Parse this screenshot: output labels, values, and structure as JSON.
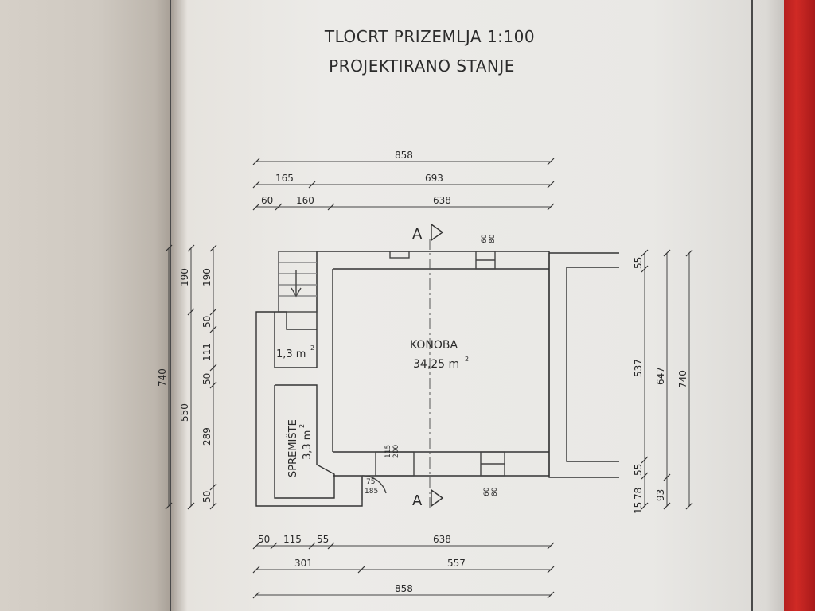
{
  "title_line1": "TLOCRT PRIZEMLJA 1:100",
  "title_line2": "PROJEKTIRANO STANJE",
  "rooms": {
    "konoba_name": "KONOBA",
    "konoba_area": "34,25 m",
    "stair_area": "1,3 m",
    "spremiste_name": "SPREMIŠTE",
    "spremiste_area": "3,3 m",
    "sup": "2"
  },
  "section_label": "A",
  "dims_top": {
    "row1": [
      "858"
    ],
    "row2": [
      "165",
      "693"
    ],
    "row3": [
      "60",
      "160",
      "638"
    ]
  },
  "dims_bottom": {
    "row1": [
      "50",
      "115",
      "55",
      "638"
    ],
    "row2": [
      "301",
      "557"
    ],
    "row3": [
      "858"
    ]
  },
  "dims_left": {
    "col1": [
      "740"
    ],
    "col2": [
      "190",
      "550"
    ],
    "col3": [
      "190",
      "50",
      "111",
      "50",
      "289",
      "50"
    ]
  },
  "dims_right": {
    "col1": [
      "55",
      "537",
      "55",
      "15",
      "78"
    ],
    "col2": [
      "647",
      "93"
    ],
    "col3": [
      "740"
    ]
  },
  "openings": {
    "top_window_a": "60",
    "top_window_b": "80",
    "bottom_window_a": "60",
    "bottom_window_b": "80",
    "door_a": "115",
    "door_b": "200",
    "small_door_a": "75",
    "small_door_b": "185"
  }
}
